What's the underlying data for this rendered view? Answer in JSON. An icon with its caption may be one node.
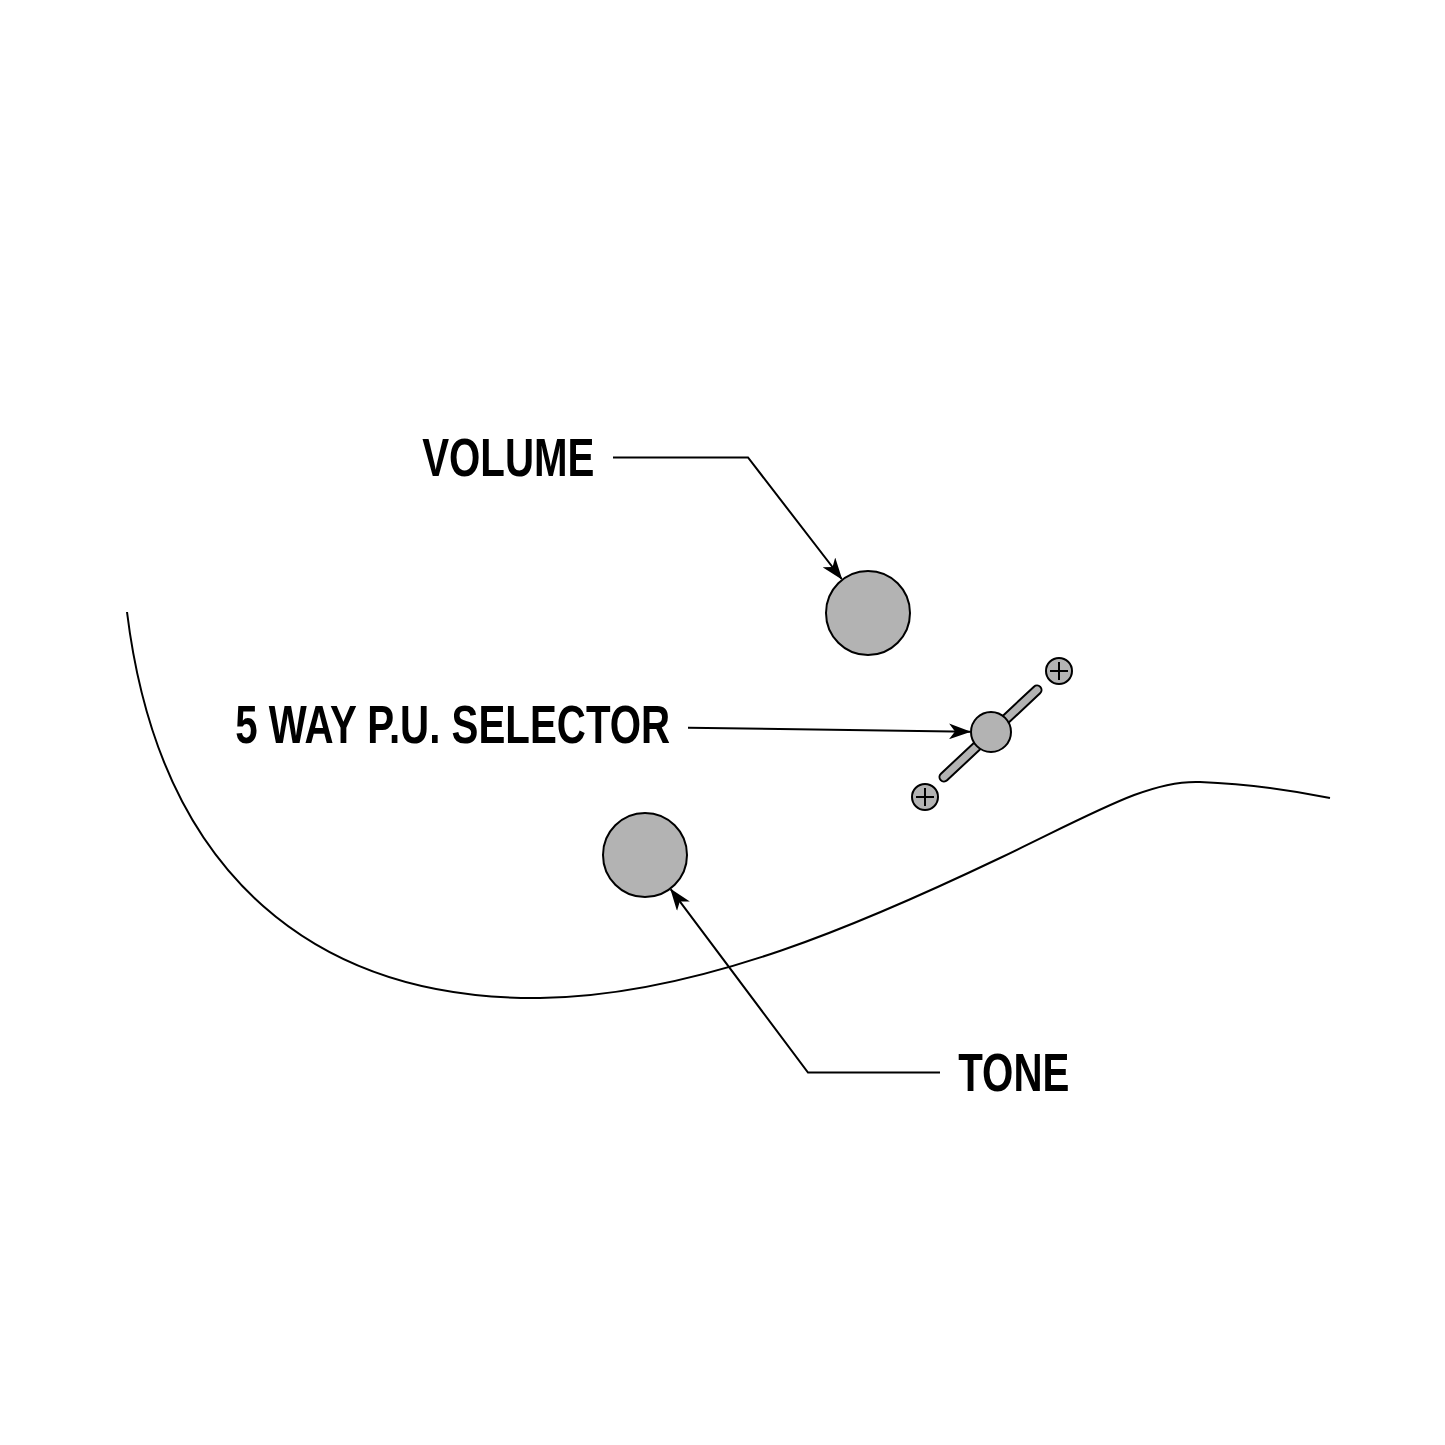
{
  "diagram": {
    "nodes": [
      {
        "text": [
          "VOLUME"
        ]
      },
      {
        "text": [],
        "shape": "circle"
      },
      {
        "text": [
          "5 WAY P.U. SELECTOR"
        ]
      },
      {
        "text": [],
        "shape": "circle"
      },
      {
        "text": [
          "TONE"
        ]
      },
      {
        "text": [],
        "shape": "circle"
      }
    ],
    "edges": [
      {
        "from": 0,
        "to": 1,
        "arrow": "to"
      },
      {
        "from": 2,
        "to": 3,
        "arrow": "to"
      },
      {
        "from": 4,
        "to": 5,
        "arrow": "to"
      }
    ]
  }
}
